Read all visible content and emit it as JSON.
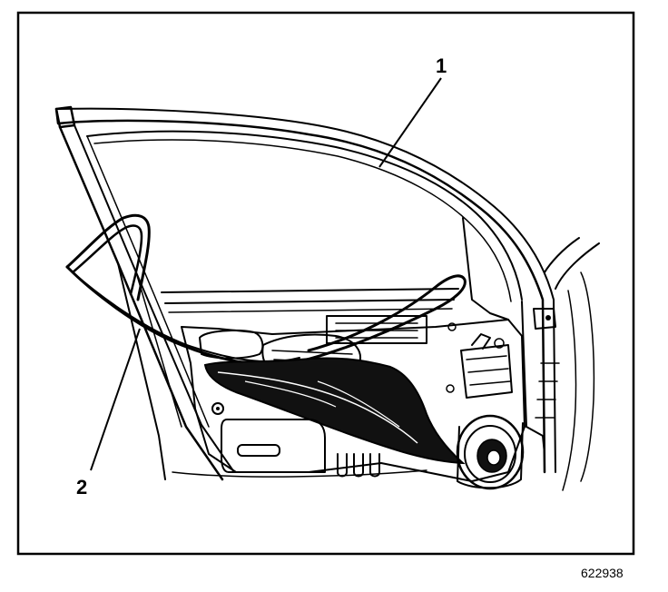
{
  "callouts": [
    {
      "id": "1",
      "text": "1"
    },
    {
      "id": "2",
      "text": "2"
    }
  ],
  "figure_id": "622938",
  "colors": {
    "ink": "#000000",
    "background": "#ffffff",
    "fill_dark": "#111111",
    "fill_light": "#ffffff"
  }
}
